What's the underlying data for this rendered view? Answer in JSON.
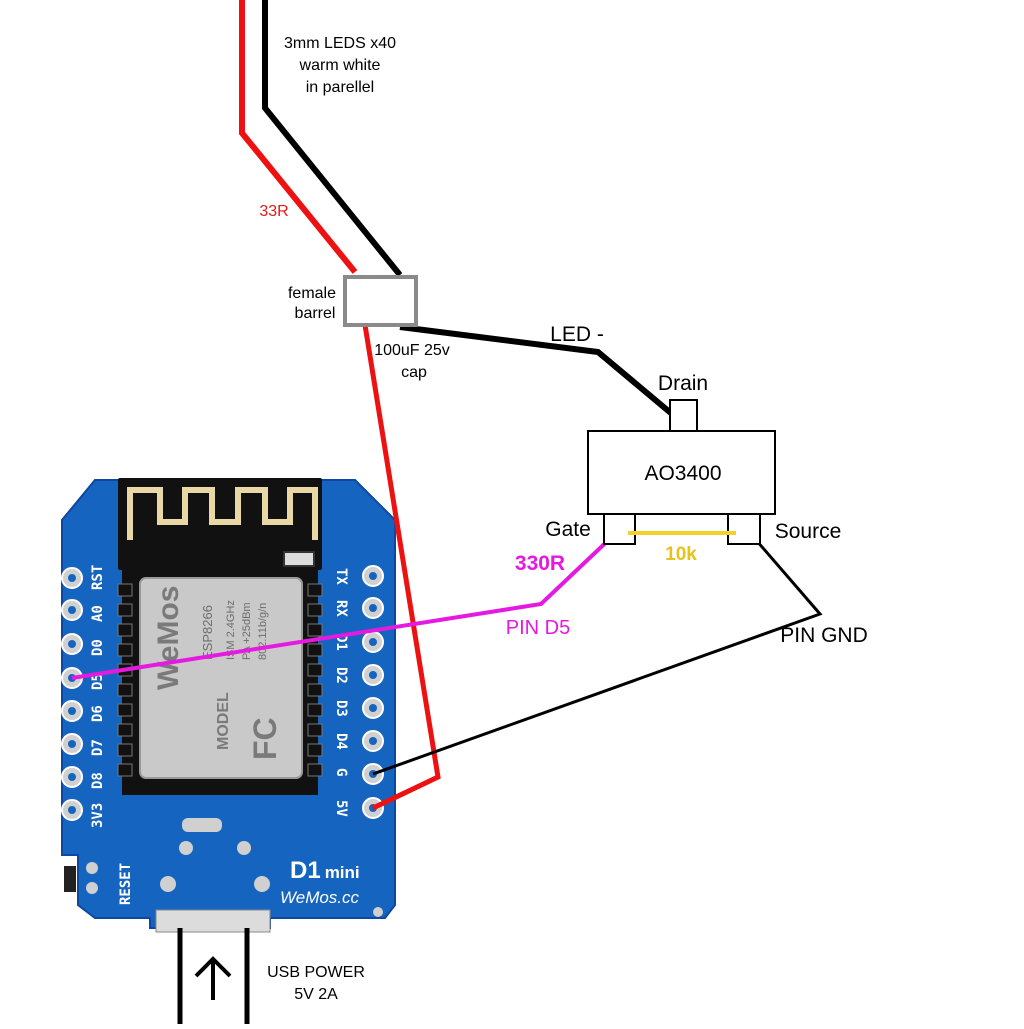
{
  "labels": {
    "led_desc_1": "3mm LEDS x40",
    "led_desc_2": "warm white",
    "led_desc_3": "in parellel",
    "resistor_33": "33R",
    "barrel_1": "female",
    "barrel_2": "barrel",
    "cap_1": "100uF 25v",
    "cap_2": "cap",
    "led_minus": "LED -",
    "drain": "Drain",
    "mosfet": "AO3400",
    "gate": "Gate",
    "source": "Source",
    "resistor_330": "330R",
    "resistor_10k": "10k",
    "pin_d5": "PIN D5",
    "pin_gnd": "PIN GND",
    "usb_1": "USB POWER",
    "usb_2": "5V 2A"
  },
  "board": {
    "name": "D1",
    "name_suffix": "mini",
    "brand": "WeMos.cc",
    "module_brand": "WeMos",
    "module_lines": [
      "ESP8266",
      "ISM 2.4GHz",
      "PA +25dBm",
      "802.11b/g/n"
    ],
    "model_text": "MODEL",
    "reset_label": "RESET",
    "left_pins": [
      "RST",
      "A0",
      "D0",
      "D5",
      "D6",
      "D7",
      "D8",
      "3V3"
    ],
    "right_pins": [
      "TX",
      "RX",
      "D1",
      "D2",
      "D3",
      "D4",
      "G",
      "5V"
    ]
  },
  "colors": {
    "board_blue": "#1565c0",
    "red_wire": "#ee1111",
    "black_wire": "#000000",
    "magenta_wire": "#e619e0",
    "yellow_wire": "#f2d22a",
    "gray_outline": "#8a8a8a",
    "label_red": "#e01b1b",
    "label_magenta": "#e619e0",
    "label_yellow": "#e8c21a"
  }
}
